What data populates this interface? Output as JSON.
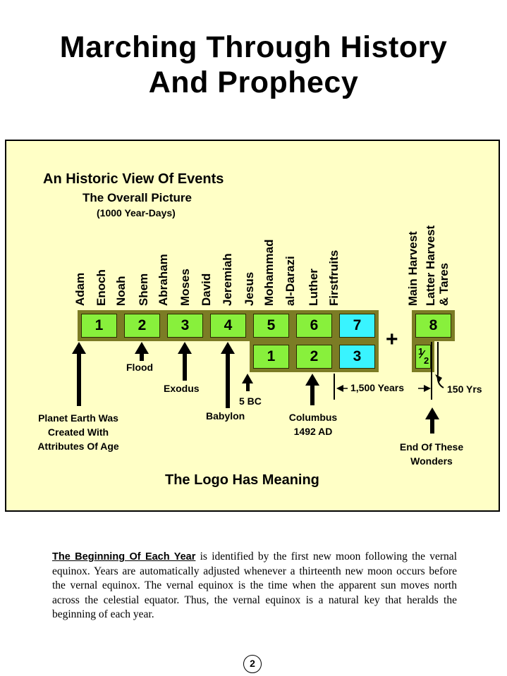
{
  "title": {
    "line1": "Marching Through History",
    "line2": "And Prophecy"
  },
  "diagram": {
    "heading": "An Historic View Of Events",
    "subheading": "The Overall Picture",
    "note": "(1000 Year-Days)",
    "names": [
      "Adam",
      "Enoch",
      "Noah",
      "Shem",
      "Abraham",
      "Moses",
      "David",
      "Jeremiah",
      "Jesus",
      "Mohammad",
      "al-Darazi",
      "Luther",
      "Firstfruits",
      "Main Harvest",
      "Latter Harvest",
      "& Tares"
    ],
    "top_tiles": [
      "1",
      "2",
      "3",
      "4",
      "5",
      "6",
      "7",
      "8"
    ],
    "bottom_tiles": [
      "1",
      "2",
      "3"
    ],
    "plus": "+",
    "half_num": "1",
    "half_den": "2",
    "labels": {
      "flood": "Flood",
      "exodus": "Exodus",
      "bc": "5 BC",
      "babylon": "Babylon",
      "planet1": "Planet Earth Was",
      "planet2": "Created With",
      "planet3": "Attributes Of Age",
      "columbus1": "Columbus",
      "columbus2": "1492 AD",
      "years1500": "1,500 Years",
      "yrs150": "150 Yrs",
      "end1": "End Of These",
      "end2": "Wonders"
    },
    "logo_caption": "The Logo Has Meaning"
  },
  "paragraph": {
    "lead": "The Beginning Of Each Year",
    "text": " is identified by the first new moon following the vernal equinox.  Years are automatically adjusted whenever a thirteenth new moon occurs before the vernal equinox. The vernal equinox is the time when the apparent sun moves north across the celestial equator.  Thus, the vernal equinox is a natural key that heralds the beginning of each year."
  },
  "page_number": "2"
}
